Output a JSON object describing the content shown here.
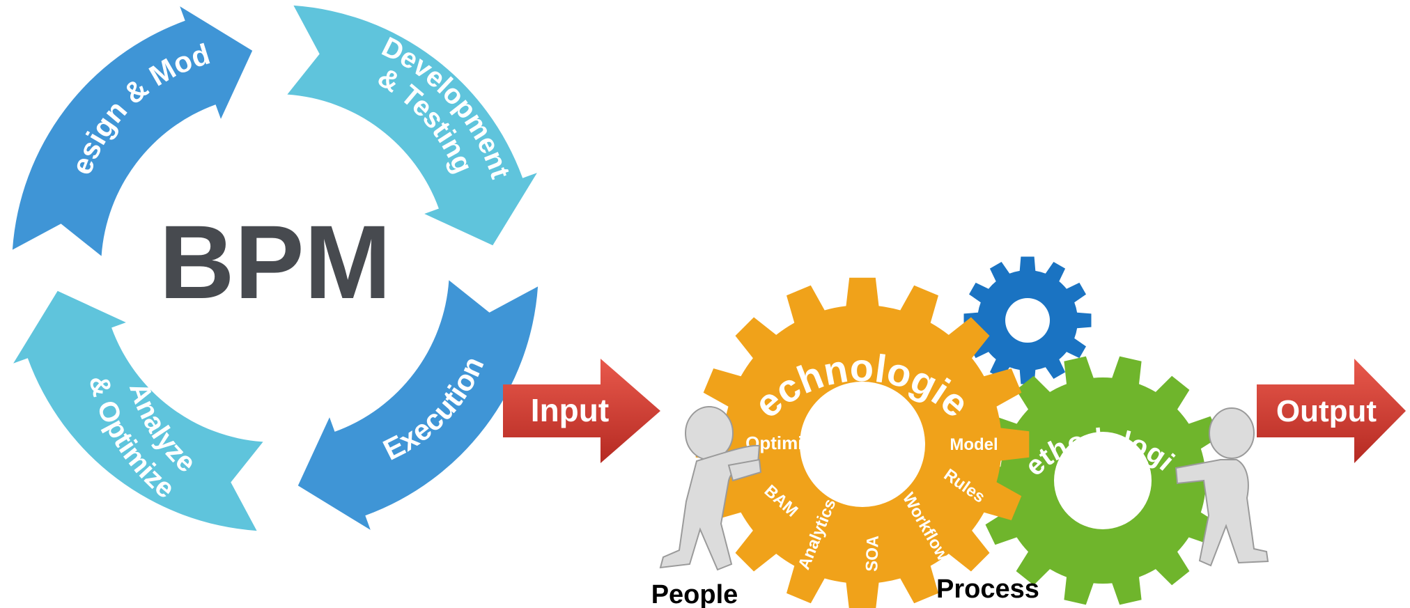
{
  "cycle": {
    "center_label": "BPM",
    "stages": [
      {
        "lines": [
          "Design & Model"
        ],
        "color": "#3f95d6"
      },
      {
        "lines": [
          "Development",
          "& Testing"
        ],
        "color": "#5fc4dc"
      },
      {
        "lines": [
          "Execution"
        ],
        "color": "#3f95d6"
      },
      {
        "lines": [
          "Analyze",
          "& Optimize"
        ],
        "color": "#5fc4dc"
      }
    ]
  },
  "arrows": {
    "input_label": "Input",
    "output_label": "Output",
    "color": "#d23b30"
  },
  "gears": {
    "technologies": {
      "title": "Technologies",
      "color": "#f0a21a",
      "items": [
        "Optimize",
        "BAM",
        "Analytics",
        "SOA",
        "Workflow",
        "Rules",
        "Model"
      ]
    },
    "methodologies": {
      "title": "Methodologies",
      "color": "#6fb52c"
    },
    "small": {
      "color": "#1a73c2"
    }
  },
  "captions": {
    "people": "People",
    "process": "Process"
  }
}
